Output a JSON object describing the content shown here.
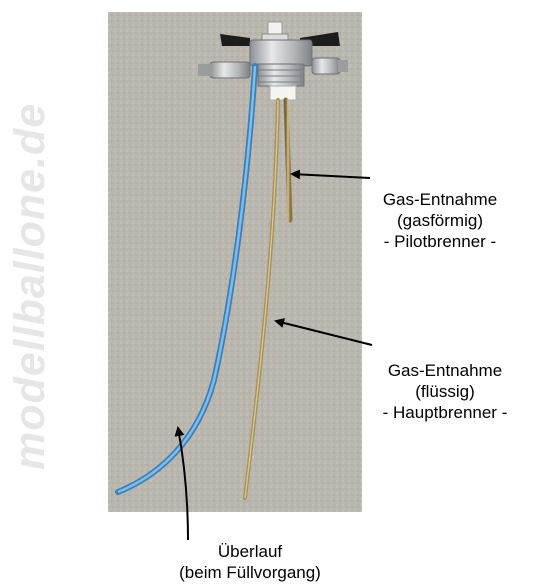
{
  "watermark": "modellballone.de",
  "labels": {
    "pilot": {
      "line1": "Gas-Entnahme",
      "line2": "(gasförmig)",
      "line3": "- Pilotbrenner -"
    },
    "main": {
      "line1": "Gas-Entnahme",
      "line2": "(flüssig)",
      "line3": "- Hauptbrenner -"
    },
    "overflow": {
      "line1": "Überlauf",
      "line2": "(beim Füllvorgang)"
    }
  },
  "colors": {
    "background": "#ffffff",
    "carpet": "#b9b6ae",
    "blue_tube": "#5aa6e0",
    "brass_tube": "#a8925a",
    "valve_metal": "#c8cacc",
    "knob": "#1a1a1a",
    "arrow": "#000000",
    "watermark": "#e6e6e6"
  }
}
